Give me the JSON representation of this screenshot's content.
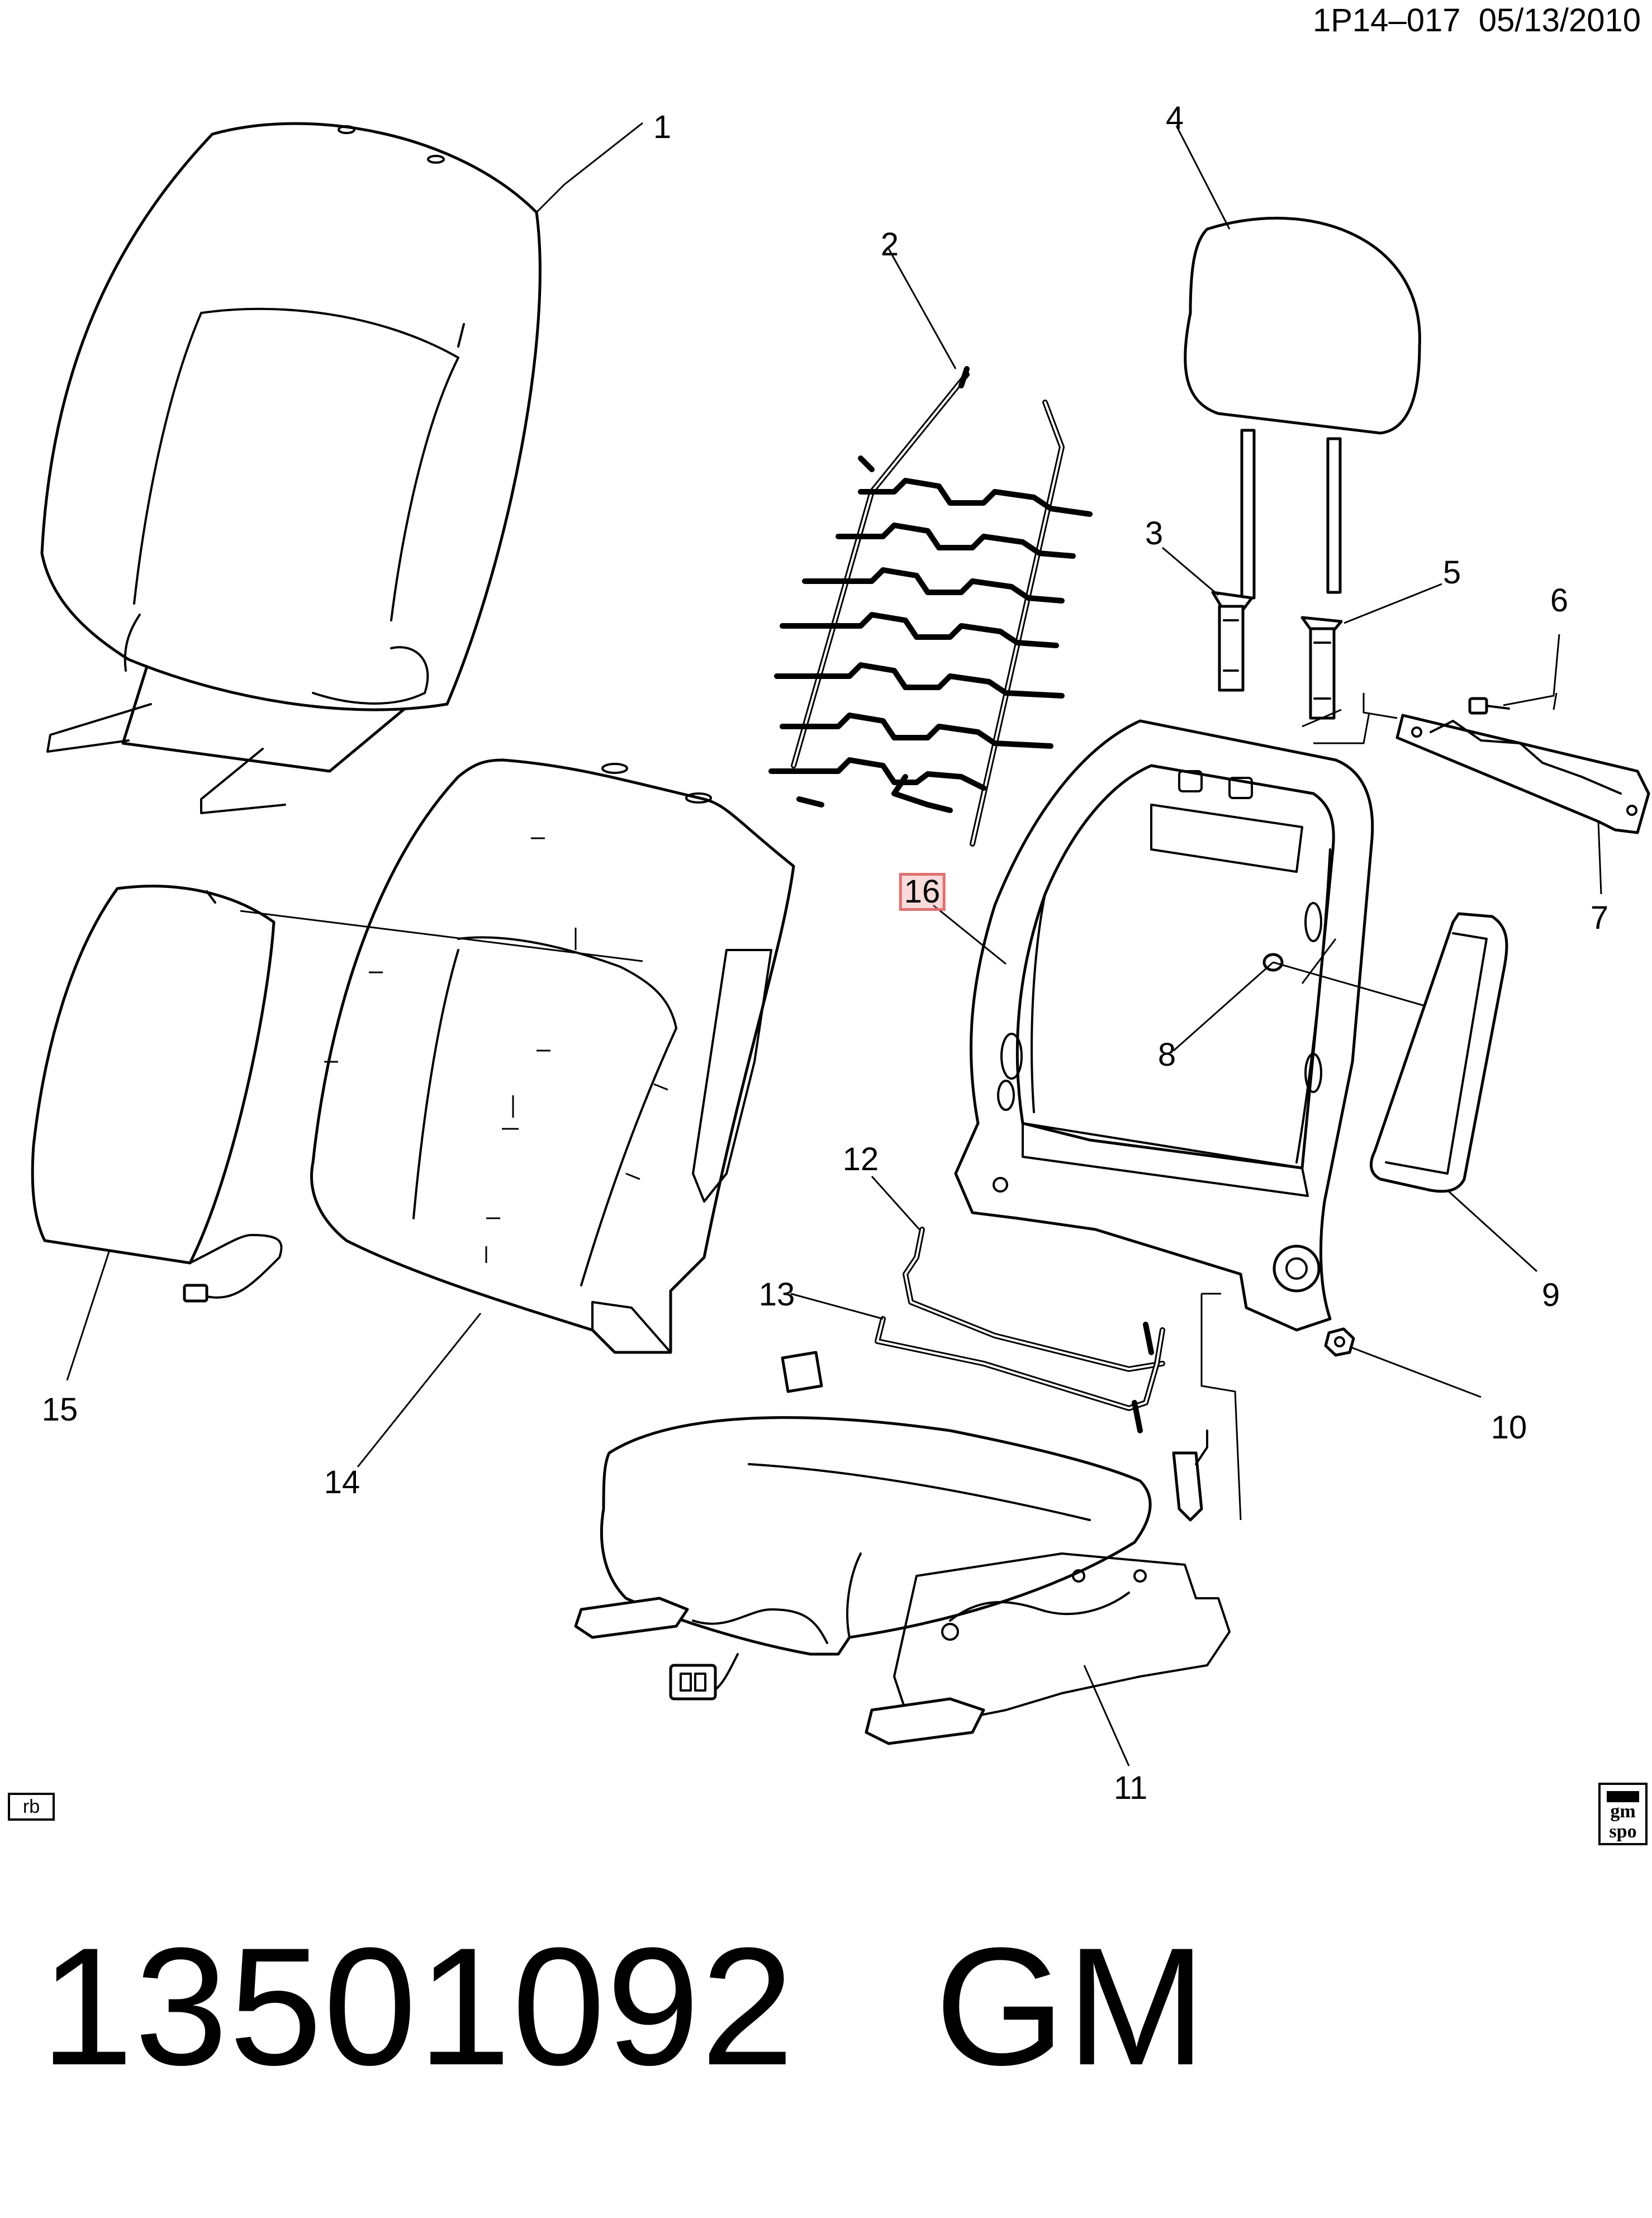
{
  "header": {
    "code": "1P14–017",
    "date": "05/13/2010"
  },
  "callouts": [
    {
      "id": "c1",
      "label": "1"
    },
    {
      "id": "c2",
      "label": "2"
    },
    {
      "id": "c3",
      "label": "3"
    },
    {
      "id": "c4",
      "label": "4"
    },
    {
      "id": "c5",
      "label": "5"
    },
    {
      "id": "c6",
      "label": "6"
    },
    {
      "id": "c7",
      "label": "7"
    },
    {
      "id": "c8",
      "label": "8"
    },
    {
      "id": "c9",
      "label": "9"
    },
    {
      "id": "c10",
      "label": "10"
    },
    {
      "id": "c11",
      "label": "11"
    },
    {
      "id": "c12",
      "label": "12"
    },
    {
      "id": "c13",
      "label": "13"
    },
    {
      "id": "c14",
      "label": "14"
    },
    {
      "id": "c15",
      "label": "15"
    },
    {
      "id": "c16",
      "label": "16",
      "highlighted": true
    }
  ],
  "badges": {
    "left": "rb",
    "right_top": "gm",
    "right_bottom": "spo"
  },
  "footer": {
    "part_number": "13501092",
    "brand": "GM"
  },
  "colors": {
    "ink": "#000000",
    "background": "#ffffff",
    "highlight": "#e07070"
  },
  "icons": [
    "gm-spo-logo-icon"
  ]
}
